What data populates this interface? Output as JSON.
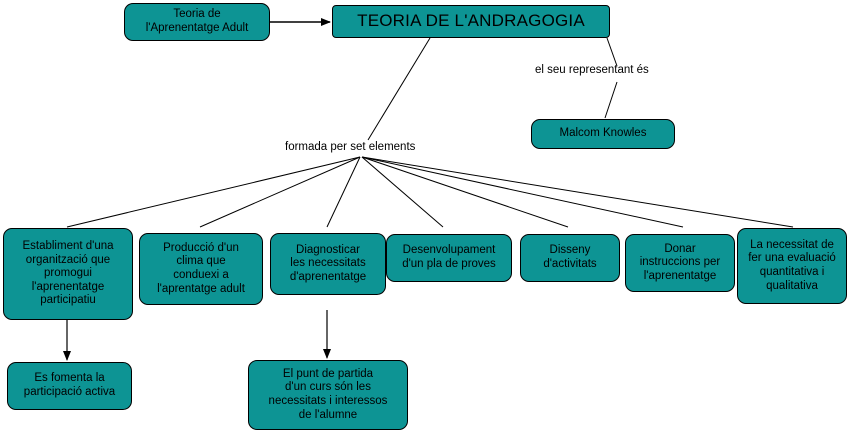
{
  "diagram": {
    "title": "TEORIA DE L'ANDRAGOGIA",
    "node_fill": "#0d9494",
    "node_stroke": "#000000",
    "background": "#ffffff",
    "nodes": {
      "source": "Teoria de\nl'Aprenentatge Adult",
      "root": "TEORIA DE L'ANDRAGOGIA",
      "representative": "Malcom Knowles",
      "e1": "Establiment d'una\norganització que promogui\nl'aprenentatge\nparticipatiu",
      "e1_child": "Es fomenta la\nparticipació activa",
      "e2": "Producció d'un\nclima que\nconduexi a\nl'aprentatge adult",
      "e3": "Diagnosticar\nles necessitats\nd'aprenentatge",
      "e3_child": "El punt de partida\nd'un curs són les\nnecessitats i interessos\nde l'alumne",
      "e4": "Desenvolupament\nd'un pla de proves",
      "e5": "Disseny\nd'activitats",
      "e6": "Donar\ninstruccions per\nl'aprenentatge",
      "e7": "La necessitat de\nfer una evaluació\nquantitativa i\nqualitativa"
    },
    "edge_labels": {
      "representative": "el seu representant és",
      "elements": "formada per set elements"
    }
  }
}
